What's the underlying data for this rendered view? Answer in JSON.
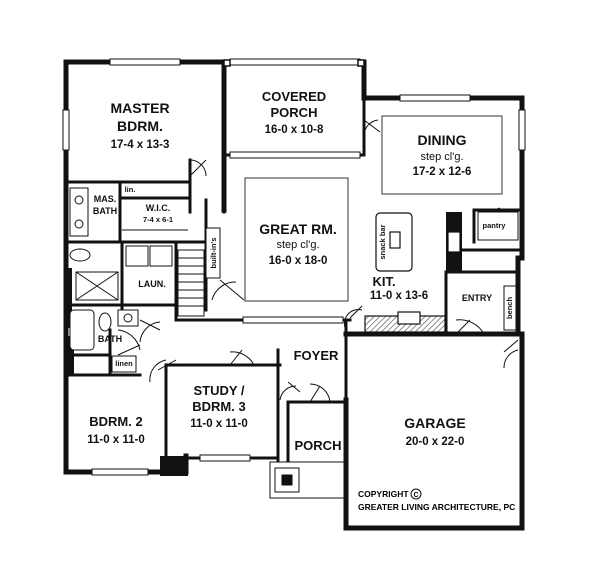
{
  "rooms": {
    "master": {
      "name1": "MASTER",
      "name2": "BDRM.",
      "dims": "17-4 x 13-3"
    },
    "covered_porch": {
      "name1": "COVERED",
      "name2": "PORCH",
      "dims": "16-0 x 10-8"
    },
    "dining": {
      "name": "DINING",
      "note": "step cl'g.",
      "dims": "17-2 x 12-6"
    },
    "mas_bath": {
      "name1": "MAS.",
      "name2": "BATH"
    },
    "wic": {
      "name": "W.I.C.",
      "dims": "7-4 x 6-1"
    },
    "lin_top": "lin.",
    "great_rm": {
      "name": "GREAT RM.",
      "note": "step cl'g.",
      "dims": "16-0 x 18-0"
    },
    "built_ins": "built-in's",
    "snack_bar": "snack bar",
    "pantry": "pantry",
    "laun": "LAUN.",
    "kit": {
      "name": "KIT.",
      "dims": "11-0 x 13-6"
    },
    "entry": "ENTRY",
    "bench": "bench",
    "bath": "BATH",
    "linen": "linen",
    "foyer": "FOYER",
    "bdrm2": {
      "name": "BDRM. 2",
      "dims": "11-0 x 11-0"
    },
    "study": {
      "name1": "STUDY /",
      "name2": "BDRM. 3",
      "dims": "11-0 x 11-0"
    },
    "porch": "PORCH",
    "garage": {
      "name": "GARAGE",
      "dims": "20-0 x 22-0"
    }
  },
  "copyright": {
    "line1": "COPYRIGHT",
    "line2": "GREATER LIVING ARCHITECTURE, PC"
  },
  "colors": {
    "wall": "#111111",
    "floor_hatch": "#555555",
    "background": "#ffffff"
  }
}
